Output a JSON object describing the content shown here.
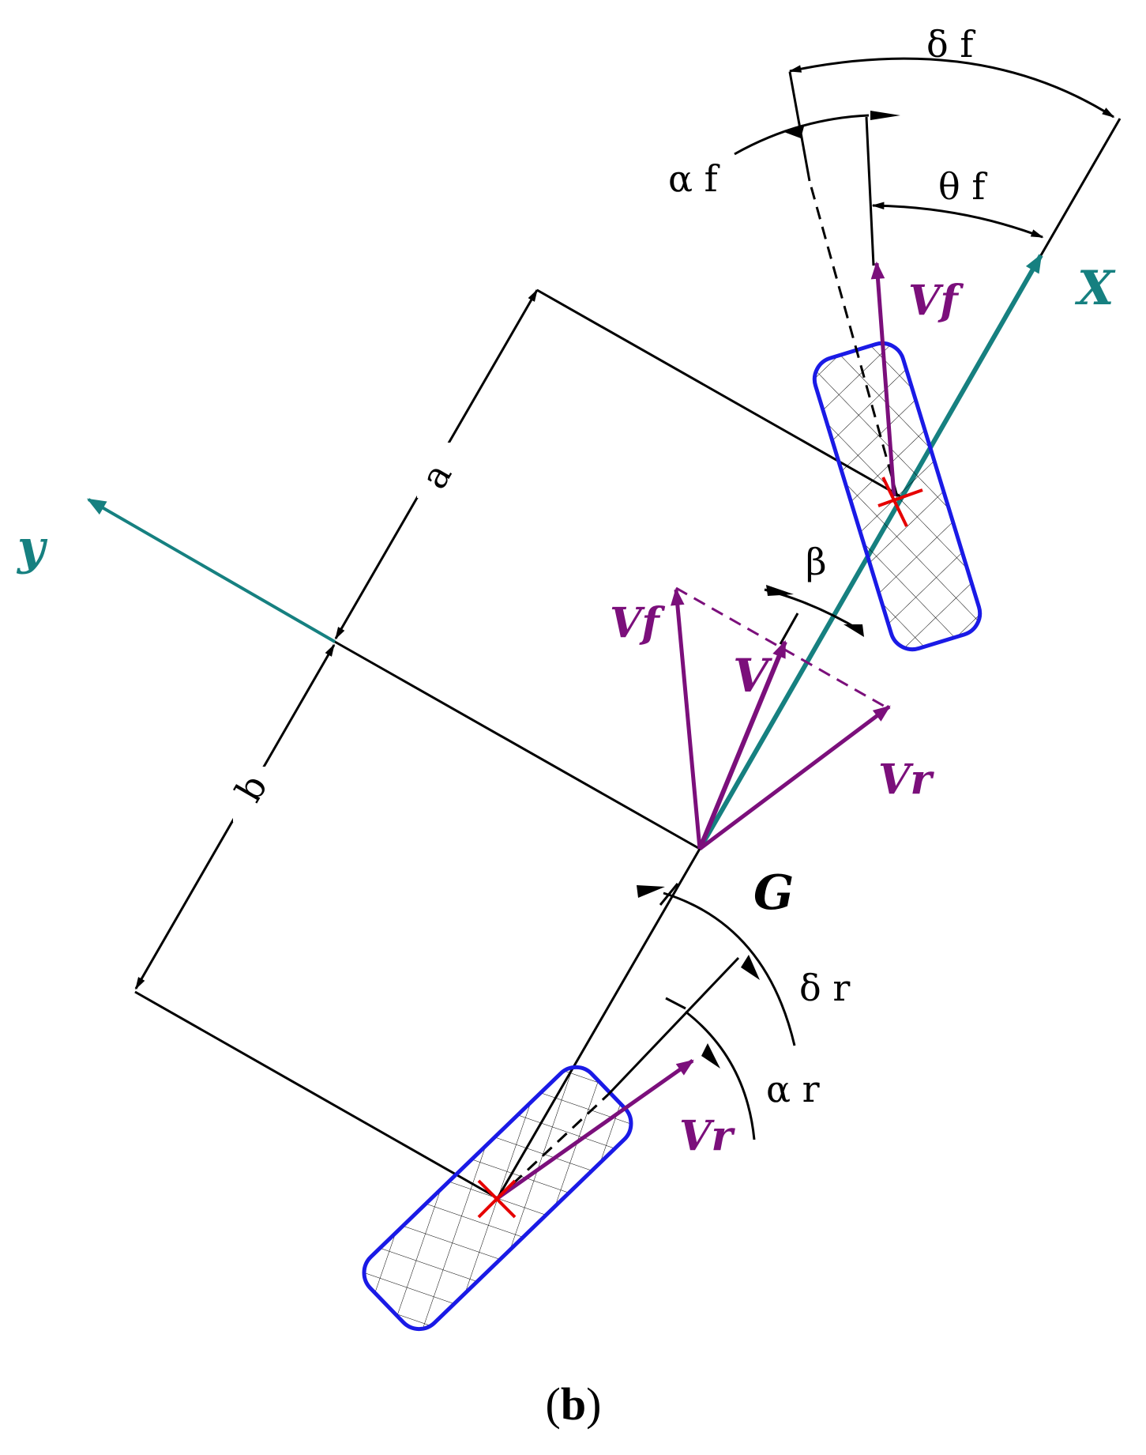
{
  "labels": {
    "delta_f": "δ f",
    "alpha_f": "α f",
    "theta_f": "θ f",
    "beta": "β",
    "delta_r": "δ r",
    "alpha_r": "α r",
    "a": "a",
    "b": "b",
    "v_f_front": "Vf",
    "v_f_center": "Vf",
    "v": "V",
    "v_r_center": "Vr",
    "v_r_rear": "Vr",
    "axis_x": "X",
    "axis_y": "y",
    "center_g": "G",
    "caption_open": "(",
    "caption_letter": "b",
    "caption_close": ")"
  },
  "colors": {
    "vector": "#7b0f7b",
    "axis": "#168080",
    "tire": "#1a1ae6",
    "contact_point": "#e60000",
    "line": "#000000"
  }
}
